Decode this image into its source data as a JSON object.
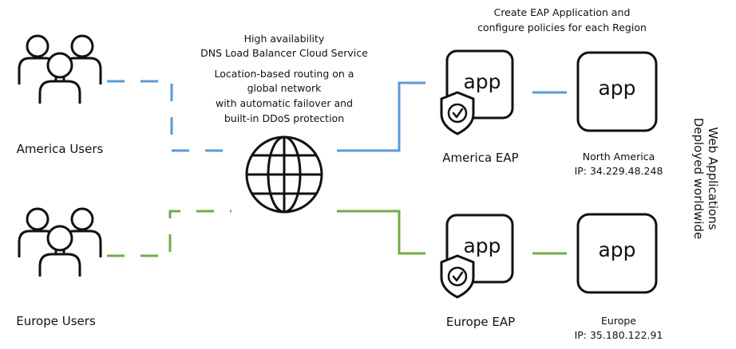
{
  "labels": {
    "america_users": "America Users",
    "europe_users": "Europe Users",
    "lb_title_1": "High availability",
    "lb_title_2": "DNS Load Balancer Cloud Service",
    "lb_desc_1": "Location-based routing on a",
    "lb_desc_2": "global network",
    "lb_desc_3": "with automatic failover and",
    "lb_desc_4": "built-in DDoS protection",
    "eap_header_1": "Create EAP Application and",
    "eap_header_2": "configure policies for each Region",
    "america_eap": "America EAP",
    "europe_eap": "Europe EAP",
    "na_region": "North America",
    "na_ip": "IP: 34.229.48.248",
    "eu_region": "Europe",
    "eu_ip": "IP: 35.180.122.91",
    "side_1": "Web Applications",
    "side_2": "Deployed worldwide",
    "app_label": "app"
  },
  "colors": {
    "america_line": "#5b9bd5",
    "europe_line": "#70ad47",
    "stroke": "#111111"
  },
  "icons": [
    "users-group-icon",
    "globe-icon",
    "app-box-icon",
    "shield-check-icon"
  ]
}
